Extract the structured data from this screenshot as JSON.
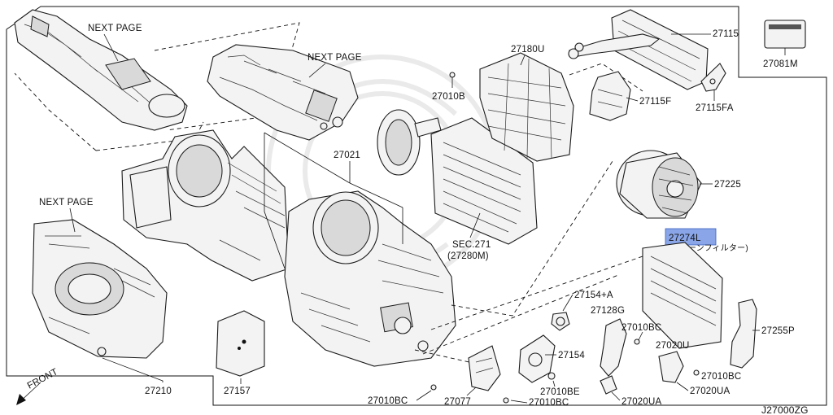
{
  "diagram": {
    "drawing_code": "J27000ZG",
    "next_page_labels": [
      "NEXT PAGE",
      "NEXT PAGE",
      "NEXT PAGE"
    ],
    "front_label": "FRONT",
    "sec_reference": "SEC.271",
    "sec_part": "(27280M)",
    "note_jp": "(クリーンフィルター)",
    "highlight_color": "#8aa6e8",
    "parts": {
      "p27115": "27115",
      "p27081M": "27081M",
      "p27180U": "27180U",
      "p27010B": "27010B",
      "p27115F": "27115F",
      "p27115FA": "27115FA",
      "p27021": "27021",
      "p27225": "27225",
      "p27274L": "27274L",
      "p27154A": "27154+A",
      "p27128G": "27128G",
      "p27010BC_a": "27010BC",
      "p27255P": "27255P",
      "p27020U": "27020U",
      "p27154": "27154",
      "p27010BE": "27010BE",
      "p27010BC_b": "27010BC",
      "p27020UA_a": "27020UA",
      "p27020UA_b": "27020UA",
      "p27010BC_c": "27010BC",
      "p27077": "27077",
      "p27010BC_d": "27010BC",
      "p27210": "27210",
      "p27157": "27157"
    }
  }
}
